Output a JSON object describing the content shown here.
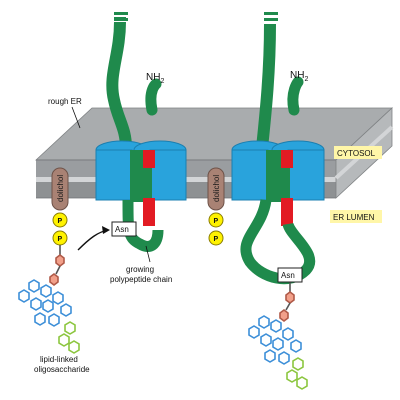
{
  "labels": {
    "rough_er": "rough ER",
    "cytosol": "CYTOSOL",
    "er_lumen": "ER LUMEN",
    "nh2_left": "NH",
    "nh2_left_sub": "2",
    "nh2_right": "NH",
    "nh2_right_sub": "2",
    "dolichol_left": "dolichol",
    "dolichol_right": "dolichol",
    "asn_left": "Asn",
    "asn_right": "Asn",
    "growing_line1": "growing",
    "growing_line2": "polypeptide chain",
    "lipid_line1": "lipid-linked",
    "lipid_line2": "oligosaccharide",
    "phosphate": "P"
  },
  "colors": {
    "membrane_top": "#a9acae",
    "membrane_stripe": "#c3c5c7",
    "membrane_dark": "#8e9193",
    "translocon": "#29a3dc",
    "translocon_dark": "#1b7fb0",
    "chain": "#1f8a4c",
    "signal": "#e21b23",
    "dolichol": "#a98274",
    "phosphate": "#fff200",
    "label_box": "#fff6a8",
    "hex_blue": "#3d8fd8",
    "hex_green": "#8cc63f",
    "hex_pink": "#f2a08a"
  }
}
